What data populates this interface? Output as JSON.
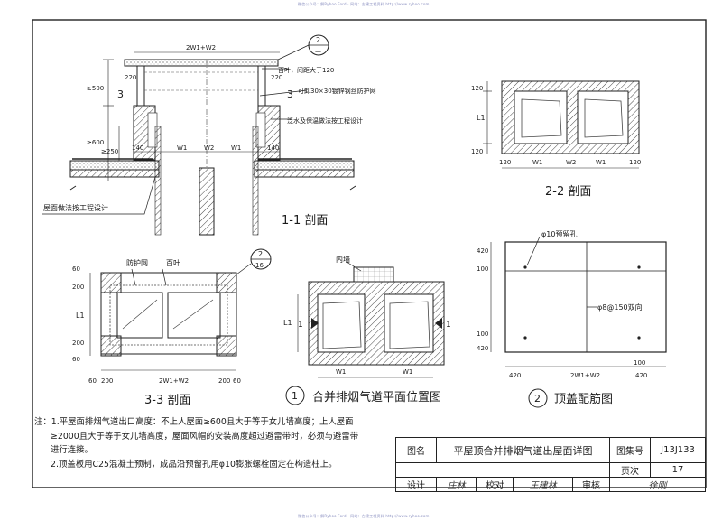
{
  "watermark_top": "微信公众号：解Ryhoo Ford · 网站：古建工程资料 http://www.ryhoo.com",
  "watermark_bottom": "微信公众号：解Ryhoo Ford · 网站：古建工程资料 http://www.ryhoo.com",
  "sec11": {
    "title": "1-1 剖面",
    "ann_louver": "百叶，间距大于120",
    "ann_mesh": "可卸30×30镀锌钢丝防护网",
    "ann_flash": "泛水及保温做法按工程设计",
    "ann_roof": "屋面做法按工程设计",
    "dim_top": "2W1+W2",
    "d220a": "220",
    "d220b": "220",
    "d500": "≥500",
    "d600": "≥600",
    "d250": "≥250",
    "d140a": "140",
    "d140b": "140",
    "w1a": "W1",
    "w2": "W2",
    "w1b": "W1",
    "mark3a": "3",
    "mark3b": "3",
    "ref_top": "2",
    "ref_bot": "—"
  },
  "sec22": {
    "title": "2-2 剖面",
    "d120t": "120",
    "d120b": "120",
    "l1": "L1",
    "b120a": "120",
    "bw1a": "W1",
    "bw2": "W2",
    "bw1b": "W1",
    "b120b": "120"
  },
  "sec33": {
    "title": "3-3 剖面",
    "ann_mesh": "防护网",
    "ann_louver": "百叶",
    "ref_top": "2",
    "ref_bot": "16",
    "v60t": "60",
    "v200t": "200",
    "vl1": "L1",
    "v200b": "200",
    "v60b": "60",
    "h60a": "60",
    "h200a": "200",
    "h2w": "2W1+W2",
    "h200b": "200",
    "h60b": "60"
  },
  "plan": {
    "num": "1",
    "title": "合并排烟气道平面位置图",
    "inner_wall": "内墙",
    "l1": "L1",
    "m1a": "1",
    "m1b": "1",
    "w1a": "W1",
    "w1b": "W1"
  },
  "rebar": {
    "num": "2",
    "title": "顶盖配筋图",
    "hole": "φ10预留孔",
    "rebar": "φ8@150双向",
    "v420a": "420",
    "v100a": "100",
    "v100b": "100",
    "v420b": "420",
    "h420a": "420",
    "h100": "100",
    "h2w": "2W1+W2",
    "h420b": "420"
  },
  "notes": {
    "n1a": "注：1.平屋面排烟气道出口高度：不上人屋面≥600且大于等于女儿墙高度；上人屋面",
    "n1b": "≥2000且大于等于女儿墙高度，屋面风帽的安装高度超过避雷带时，必须与避雷带",
    "n1c": "进行连接。",
    "n2": "2.顶盖板用C25混凝土预制，成品沿预留孔用φ10膨胀螺栓固定在构造柱上。"
  },
  "titleblock": {
    "label_name": "图名",
    "drawing_title": "平屋顶合并排烟气道出屋面详图",
    "label_atlas": "图集号",
    "atlas_no": "J13J133",
    "label_page": "页次",
    "page_no": "17",
    "label_design": "设计",
    "label_check": "校对",
    "label_review": "审核",
    "sig_design": "庄林",
    "sig_check": "王建林",
    "sig_review": "徐刚"
  }
}
